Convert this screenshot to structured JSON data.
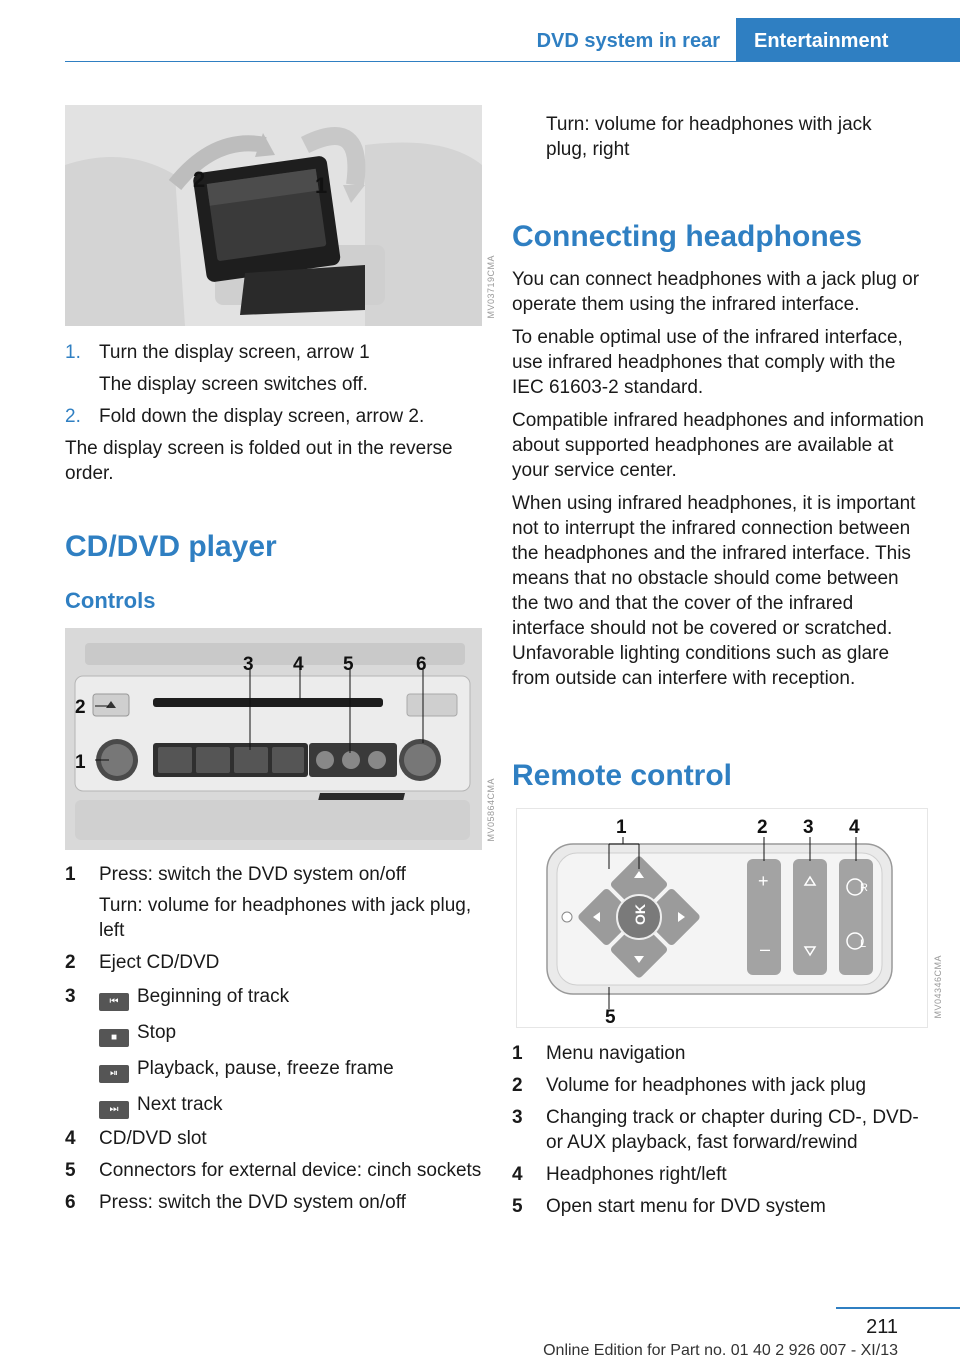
{
  "header": {
    "section": "DVD system in rear",
    "tab": "Entertainment"
  },
  "figures": {
    "fig1": {
      "code": "MV03719CMA",
      "labels": [
        "1",
        "2"
      ]
    },
    "fig2": {
      "code": "MV05864CMA",
      "labels": [
        "1",
        "2",
        "3",
        "4",
        "5",
        "6"
      ]
    },
    "fig3": {
      "code": "MV04346CMA",
      "labels": [
        "1",
        "2",
        "3",
        "4",
        "5"
      ],
      "ok_label": "OK",
      "r_label": "R",
      "l_label": "L"
    }
  },
  "left": {
    "steps": [
      {
        "num": "1.",
        "text": "Turn the display screen, arrow 1",
        "sub": "The display screen switches off."
      },
      {
        "num": "2.",
        "text": "Fold down the display screen, arrow 2."
      }
    ],
    "reverse_note": "The display screen is folded out in the reverse order.",
    "cd_heading": "CD/DVD player",
    "controls_heading": "Controls",
    "controls": [
      {
        "num": "1",
        "text": "Press: switch the DVD system on/off",
        "sub": "Turn: volume for headphones with jack plug, left"
      },
      {
        "num": "2",
        "text": "Eject CD/DVD"
      },
      {
        "num": "3",
        "keys": [
          "Beginning of track",
          "Stop",
          "Playback, pause, freeze frame",
          "Next track"
        ]
      },
      {
        "num": "4",
        "text": "CD/DVD slot"
      },
      {
        "num": "5",
        "text": "Connectors for external device: cinch sockets"
      },
      {
        "num": "6",
        "text": "Press: switch the DVD system on/off"
      }
    ]
  },
  "right": {
    "continued": "Turn: volume for headphones with jack plug, right",
    "headphones_heading": "Connecting headphones",
    "paras": [
      "You can connect headphones with a jack plug or operate them using the infrared interface.",
      "To enable optimal use of the infrared interface, use infrared headphones that comply with the IEC 61603-2 standard.",
      "Compatible infrared headphones and informa­tion about supported headphones are available at your service center.",
      "When using infrared headphones, it is impor­tant not to interrupt the infrared connection between the headphones and the infrared in­terface. This means that no obstacle should come between the two and that the cover of the infrared interface should not be covered or scratched. Unfavorable lighting conditions such as glare from outside can interfere with reception."
    ],
    "remote_heading": "Remote control",
    "remote_items": [
      {
        "num": "1",
        "text": "Menu navigation"
      },
      {
        "num": "2",
        "text": "Volume for headphones with jack plug"
      },
      {
        "num": "3",
        "text": "Changing track or chapter during CD-, DVD- or AUX playback, fast forward/rewind"
      },
      {
        "num": "4",
        "text": "Headphones right/left"
      },
      {
        "num": "5",
        "text": "Open start menu for DVD system"
      }
    ]
  },
  "footer": {
    "page": "211",
    "edition": "Online Edition for Part no. 01 40 2 926 007 - XI/13"
  }
}
